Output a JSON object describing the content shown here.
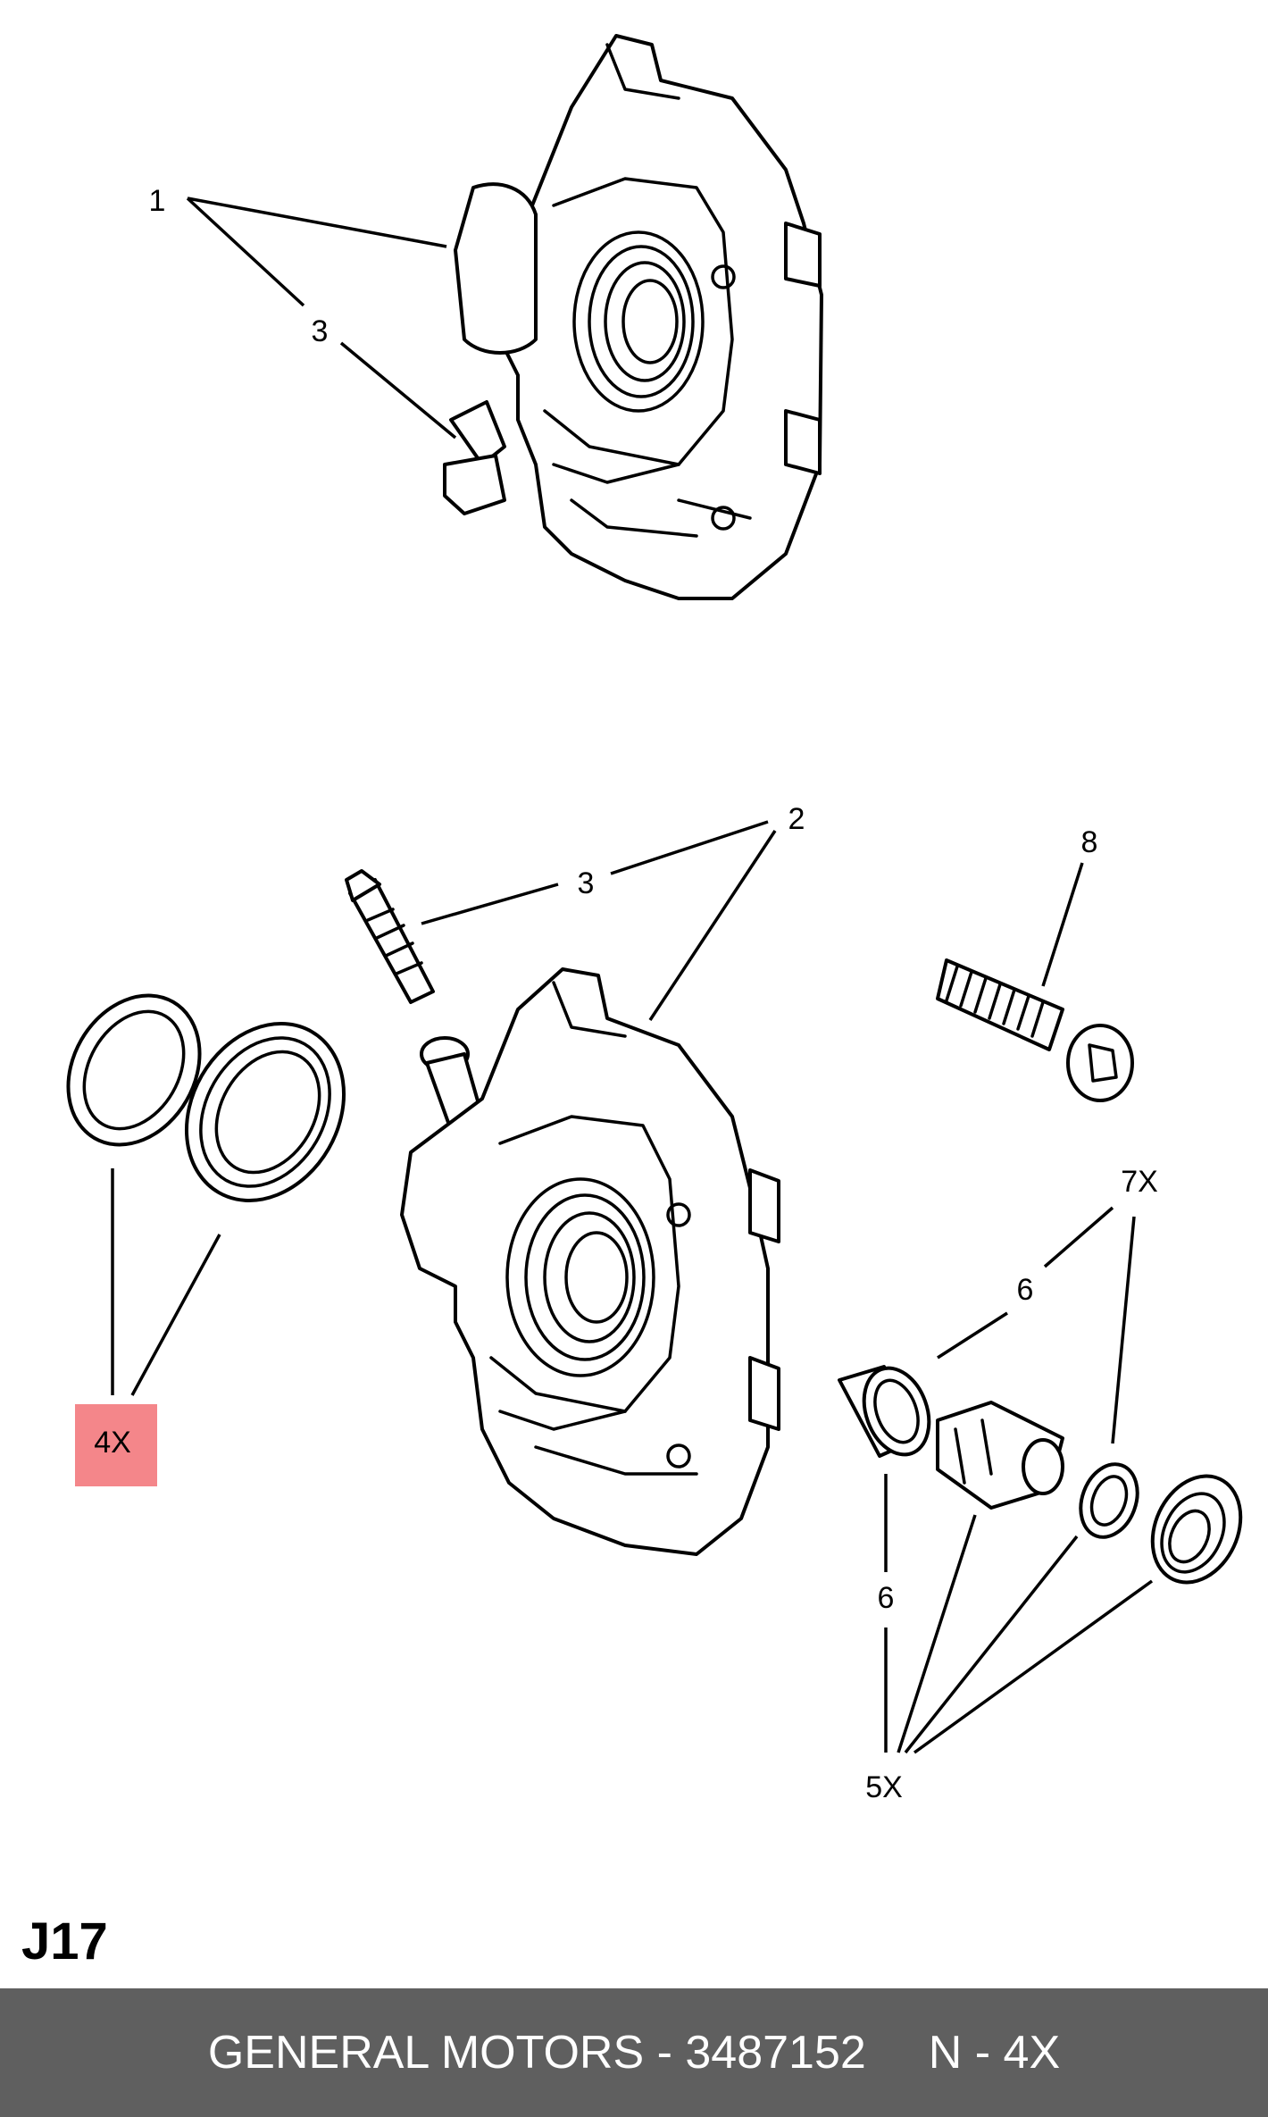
{
  "diagram": {
    "callouts": {
      "top_caliper_1": "1",
      "top_bleeder_3": "3",
      "caliper_2": "2",
      "bleeder_3": "3",
      "bolt_8": "8",
      "qty_7x": "7X",
      "guide_6_upper": "6",
      "guide_6_lower": "6",
      "qty_5x": "5X",
      "qty_4x": "4X"
    },
    "highlight_color": "#f4868a"
  },
  "page_code": "J17",
  "footer": {
    "brand_part": "GENERAL MOTORS - 3487152",
    "note": "N - 4X"
  }
}
